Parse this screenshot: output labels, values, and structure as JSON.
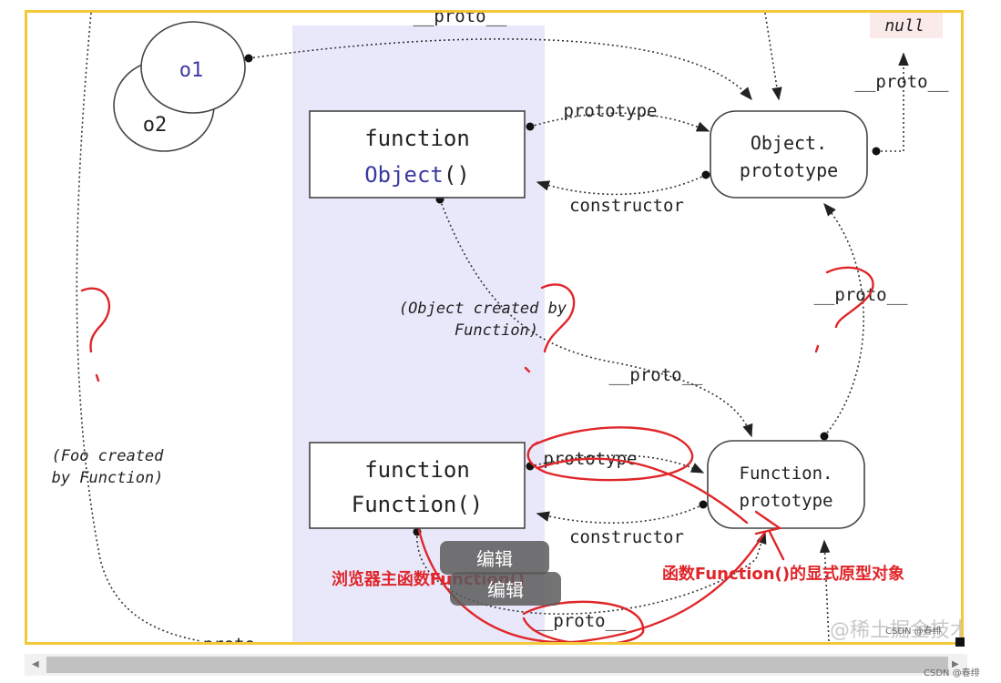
{
  "diagram": {
    "null_label": "null",
    "nodes": {
      "o1": "o1",
      "o2": "o2",
      "function_object": {
        "line1": "function",
        "line2_name": "Object",
        "line2_parens": "()"
      },
      "object_prototype": {
        "line1": "Object.",
        "line2": "prototype"
      },
      "function_function": {
        "line1": "function",
        "line2": "Function()"
      },
      "function_prototype": {
        "line1": "Function.",
        "line2": "prototype"
      }
    },
    "edges": {
      "proto_top": "__proto__",
      "proto_null": "__proto__",
      "prototype_obj": "prototype",
      "constructor_obj": "constructor",
      "object_created_1": "(Object created by",
      "object_created_2": "Function)",
      "proto_mid": "__proto__",
      "proto_right": "__proto__",
      "foo_created_1": "(Foo created",
      "foo_created_2": "by Function)",
      "prototype_fn": "prototype",
      "constructor_fn": "constructor",
      "proto_bottom": "__proto__",
      "proto_bottom_left": "__proto"
    },
    "annotations": {
      "left_red": "浏览器主函数Function()",
      "right_red": "函数Function()的显式原型对象"
    },
    "watermark_text": "@稀土掘金技术社区",
    "colors": {
      "frame": "#f3c93a",
      "lane": "#e9e8fb",
      "annotation": "#e0262a",
      "keyword": "#3a3aa0"
    }
  },
  "overlays": {
    "tooltip_1": "编辑",
    "tooltip_2": "编辑",
    "csdn_small": "CSDN @春绯",
    "csdn_bottom": "CSDN @春绯"
  }
}
